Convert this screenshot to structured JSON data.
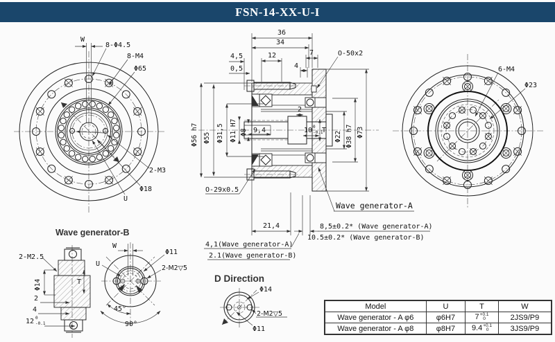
{
  "title_bar": {
    "label": "FSN-14-XX-U-I",
    "bg": "#1a466b",
    "fg": "#ffffff"
  },
  "front_view": {
    "w": "W",
    "holes_through": "8-Φ4.5",
    "holes_tapped": "8-M4",
    "bolt_circle": "Φ65",
    "m3_holes": "2-M3",
    "bore": "Φ18",
    "u": "U"
  },
  "section_view": {
    "top": {
      "w36": "36",
      "w34": "34",
      "w45": "4,5",
      "w05": "0,5",
      "w12": "12",
      "w7": "7",
      "w4": "4",
      "oring": "O-50x2"
    },
    "left": {
      "d56": "Φ56 h7",
      "d55": "Φ55",
      "d315": "Φ31,5",
      "d11": "Φ11 H7",
      "d8": "Φ8"
    },
    "inner": {
      "l94": "9,4",
      "l2": "2",
      "l10": "10",
      "l10_sup": "0",
      "l10_sub": "-0.1",
      "t": "T"
    },
    "right": {
      "d22": "Φ22",
      "d38": "Φ38 h7",
      "d73": "Φ73"
    },
    "bottom": {
      "oring": "O-29x0.5",
      "l214": "21,4",
      "len_a": "4,1(Wave generator-A)",
      "len_b": "2.1(Wave generator-B)",
      "h_a": "8,5±0.2* (Wave generator-A)",
      "h_b": "10.5±0.2* (Wave generator-B)",
      "wg_label": "Wave generator-A"
    }
  },
  "rear_view": {
    "screws": "6-M4",
    "bolt_circle": "Φ23"
  },
  "wgb": {
    "title": "Wave generator-B",
    "side": {
      "m25": "2-M2.5",
      "d14": "Φ14",
      "t": "T",
      "s2": "2",
      "s4": "4",
      "s12": "12",
      "s12_sup": "0",
      "s12_sub": "-0.1"
    },
    "front": {
      "w": "W",
      "u": "U",
      "d11": "Φ11",
      "m2": "2-M2▽5",
      "a45": "45°",
      "a90": "90°"
    }
  },
  "d_view": {
    "title": "D Direction",
    "d14": "Φ14",
    "m2": "2-M2▽5",
    "d11": "Φ11"
  },
  "spec_table": {
    "headers": [
      "Model",
      "U",
      "T",
      "W"
    ],
    "rows": [
      {
        "model": "Wave generator - A φ6",
        "u": "φ6H7",
        "t": "7",
        "t_sup": "+0.1",
        "t_sub": "0",
        "w": "2JS9/P9"
      },
      {
        "model": "Wave generator - A φ8",
        "u": "φ8H7",
        "t": "9.4",
        "t_sup": "+0.1",
        "t_sub": "0",
        "w": "3JS9/P9"
      }
    ]
  }
}
